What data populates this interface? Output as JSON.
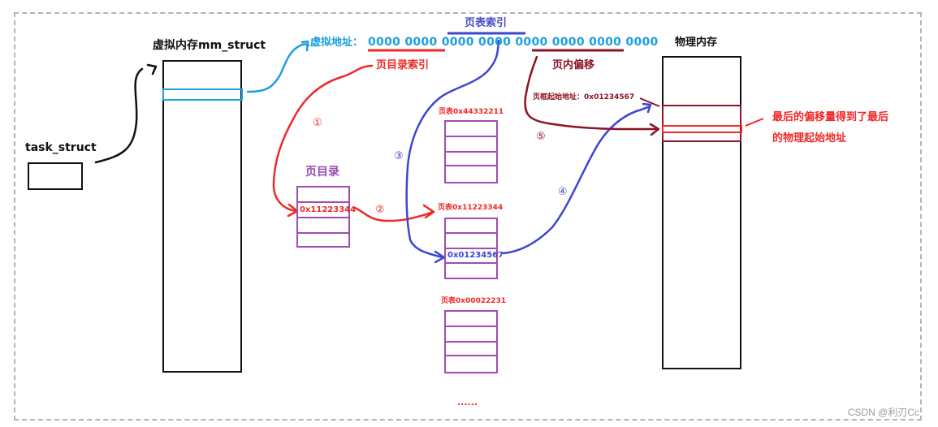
{
  "colors": {
    "black": "#111111",
    "blue_virtual": "#1aa0e0",
    "red": "#f02828",
    "purple": "#a04cb4",
    "blue_table": "#3c46d0",
    "dark_red": "#8c1424",
    "label_purple": "#9a4cb0",
    "frame_gray": "#b4b4b4",
    "watermark_gray": "#999999"
  },
  "task_struct": {
    "label": "task_struct"
  },
  "virtual_memory": {
    "label": "虚拟内存mm_struct"
  },
  "virtual_address": {
    "prefix": "虚拟地址：",
    "groups": [
      "0000",
      "0000",
      "0000",
      "0000",
      "0000",
      "0000",
      "0000",
      "0000"
    ],
    "page_table_index_label": "页表索引",
    "page_dir_index_label": "页目录索引",
    "page_offset_label": "页内偏移"
  },
  "page_directory": {
    "label": "页目录",
    "entries": [
      "",
      "0x11223344",
      "",
      ""
    ]
  },
  "page_tables": [
    {
      "label": "页表0x44332211",
      "entries": [
        "",
        "",
        "",
        ""
      ]
    },
    {
      "label": "页表0x11223344",
      "entries": [
        "",
        "",
        "0x01234567",
        ""
      ]
    },
    {
      "label": "页表0x00022231",
      "entries": [
        "",
        "",
        "",
        ""
      ]
    }
  ],
  "ellipsis": "......",
  "physical_memory": {
    "label": "物理内存",
    "frame_start_label": "页框起始地址：0x01234567"
  },
  "steps": [
    "①",
    "②",
    "③",
    "④",
    "⑤"
  ],
  "annotation": {
    "line1": "最后的偏移量得到了最后",
    "line2": "的物理起始地址"
  },
  "watermark": "CSDN @利刃Cc"
}
